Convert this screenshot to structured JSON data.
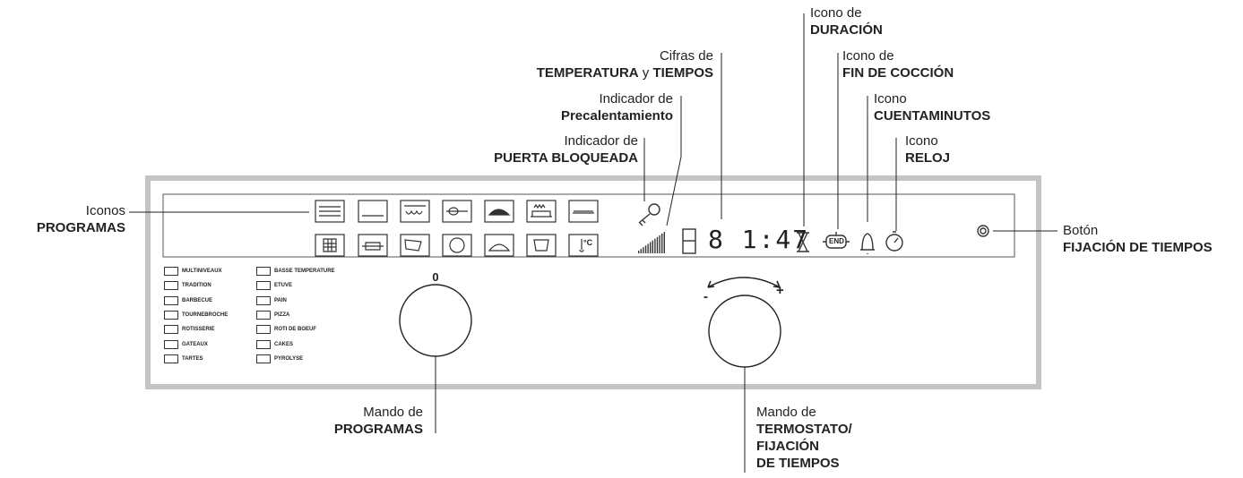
{
  "labels": {
    "iconos_programas": {
      "line1": "Iconos",
      "line2": "PROGRAMAS"
    },
    "duracion": {
      "line1": "Icono de",
      "line2": "DURACIÓN"
    },
    "cifras": {
      "line1": "Cifras de",
      "line2a": "TEMPERATURA",
      "line2b": " y ",
      "line2c": "TIEMPOS"
    },
    "fin_coccion": {
      "line1": "Icono de",
      "line2": "FIN DE COCCIÓN"
    },
    "precalentamiento": {
      "line1": "Indicador de",
      "line2": "Precalentamiento"
    },
    "cuentaminutos": {
      "line1": "Icono",
      "line2": "CUENTAMINUTOS"
    },
    "puerta": {
      "line1": "Indicador de",
      "line2": "PUERTA BLOQUEADA"
    },
    "reloj": {
      "line1": "Icono",
      "line2": "RELOJ"
    },
    "boton": {
      "line1": "Botón",
      "line2": "FIJACIÓN DE TIEMPOS"
    },
    "mando_programas": {
      "line1": "Mando de",
      "line2": "PROGRAMAS"
    },
    "mando_termostato": {
      "line1": "Mando de",
      "line2": "TERMOSTATO/",
      "line3": "FIJACIÓN",
      "line4": "DE TIEMPOS"
    }
  },
  "display": {
    "time": "8 1:47",
    "knob_zero": "0",
    "minus": "-",
    "plus": "+",
    "end_icon_text": "END",
    "thermo_unit": "°C"
  },
  "legend": {
    "col1": [
      "MULTINIVEAUX",
      "TRADITION",
      "BARBECUE",
      "TOURNEBROCHE",
      "ROTISSERIE",
      "GATEAUX",
      "TARTES"
    ],
    "col2": [
      "BASSE TEMPERATURE",
      "ETUVE",
      "PAIN",
      "PIZZA",
      "ROTI DE BOEUF",
      "CAKES",
      "PYROLYSE"
    ]
  }
}
